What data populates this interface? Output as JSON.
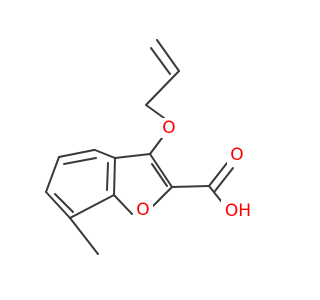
{
  "molecule": {
    "atoms": {
      "ring_oxygen": {
        "label": "O",
        "color": "#ff0000"
      },
      "ether_oxygen": {
        "label": "O",
        "color": "#ff0000"
      },
      "carbonyl_oxygen": {
        "label": "O",
        "color": "#ff0000"
      },
      "hydroxyl": {
        "label": "OH",
        "color": "#ff0000"
      }
    },
    "bond_color": "#3a3a3a"
  }
}
